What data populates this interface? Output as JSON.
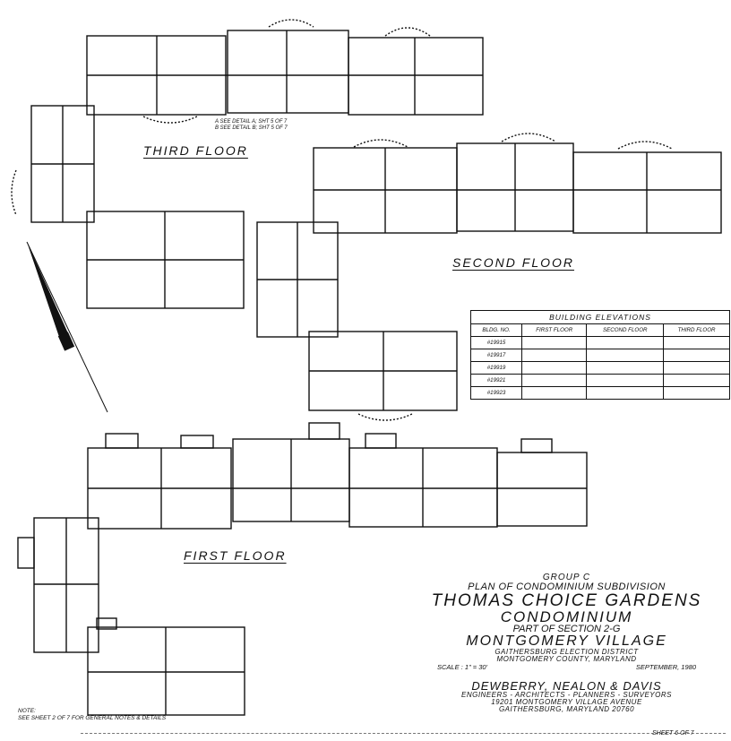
{
  "floors": {
    "third": "THIRD  FLOOR",
    "second": "SECOND  FLOOR",
    "first": "FIRST  FLOOR"
  },
  "detail_note": {
    "line1": "A SEE DETAIL  A; SHT 5 OF 7",
    "line2": "B SEE DETAIL  B; SHT 5 OF 7"
  },
  "elevations": {
    "caption": "BUILDING  ELEVATIONS",
    "headers": [
      "BLDG. NO.",
      "FIRST FLOOR",
      "SECOND FLOOR",
      "THIRD FLOOR"
    ],
    "rows": [
      [
        "#19915",
        "",
        "",
        ""
      ],
      [
        "#19917",
        "",
        "",
        ""
      ],
      [
        "#19919",
        "",
        "",
        ""
      ],
      [
        "#19921",
        "",
        "",
        ""
      ],
      [
        "#19923",
        "",
        "",
        ""
      ]
    ]
  },
  "title_block": {
    "group": "GROUP C",
    "plan": "PLAN OF CONDOMINIUM SUBDIVISION",
    "name": "THOMAS  CHOICE  GARDENS",
    "condo": "CONDOMINIUM",
    "part": "PART OF SECTION 2-G",
    "village": "MONTGOMERY  VILLAGE",
    "district": "GAITHERSBURG ELECTION DISTRICT",
    "county": "MONTGOMERY COUNTY, MARYLAND",
    "scale": "SCALE : 1\" = 30'",
    "date": "SEPTEMBER, 1980",
    "firm": "DEWBERRY, NEALON & DAVIS",
    "disciplines": "ENGINEERS - ARCHITECTS - PLANNERS - SURVEYORS",
    "address1": "19201  MONTGOMERY  VILLAGE  AVENUE",
    "address2": "GAITHERSBURG,  MARYLAND  20760"
  },
  "note": {
    "line1": "NOTE:",
    "line2": "SEE SHEET 2 OF 7 FOR GENERAL NOTES & DETAILS"
  },
  "sheet": "SHEET 6 OF 7"
}
